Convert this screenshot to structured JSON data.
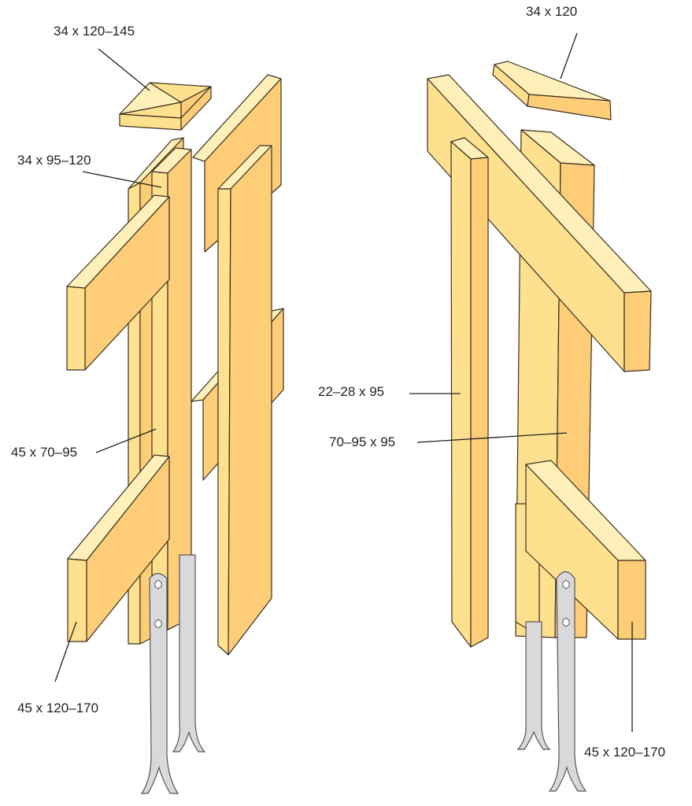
{
  "labels": {
    "left_cap": "34 x 120–145",
    "left_upright": "34 x 95–120",
    "left_post": "45 x 70–95",
    "left_rail": "45 x 120–170",
    "right_cap": "34 x 120",
    "right_picket": "22–28 x 95",
    "right_post": "70–95 x 95",
    "right_rail": "45 x 120–170"
  },
  "colors": {
    "light": "#FEF0B8",
    "mid": "#FFE08E",
    "dark": "#FDCD78",
    "metal": "#D9D9DB"
  }
}
